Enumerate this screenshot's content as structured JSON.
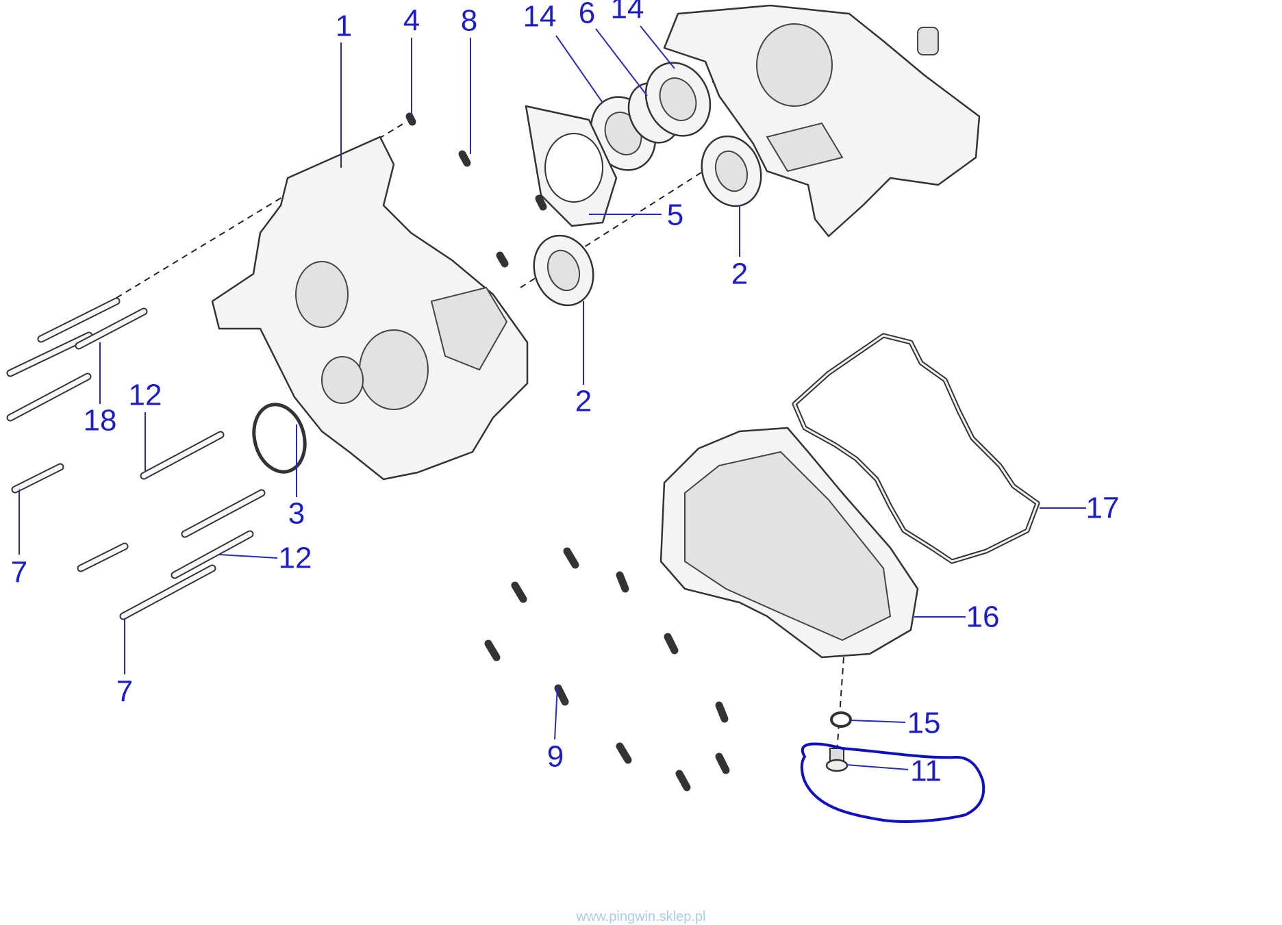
{
  "diagram": {
    "labels": {
      "p1": "1",
      "p4": "4",
      "p8": "8",
      "p14a": "14",
      "p6": "6",
      "p14b": "14",
      "p5": "5",
      "p2a": "2",
      "p2b": "2",
      "p18": "18",
      "p12a": "12",
      "p3": "3",
      "p7a": "7",
      "p12b": "12",
      "p7b": "7",
      "p17": "17",
      "p16": "16",
      "p15": "15",
      "p9": "9",
      "p11": "11"
    },
    "highlighted_part": "11",
    "colors": {
      "label": "#1d1dc8",
      "highlight": "#1010c0",
      "watermark": "#a9cdea"
    }
  },
  "watermark": "www.pingwin.sklep.pl"
}
